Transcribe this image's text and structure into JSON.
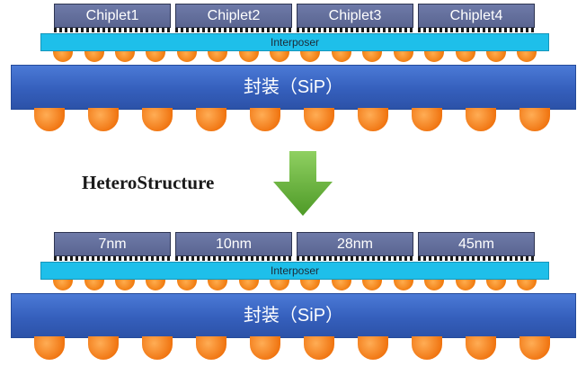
{
  "top_stack": {
    "chiplets": [
      "Chiplet1",
      "Chiplet2",
      "Chiplet3",
      "Chiplet4"
    ],
    "interposer_label": "Interposer",
    "package_label": "封装（SiP）"
  },
  "transition": {
    "caption": "HeteroStructure",
    "arrow_icon": "down-arrow-icon",
    "arrow_color": "#6ab43c"
  },
  "bottom_stack": {
    "chiplets": [
      "7nm",
      "10nm",
      "28nm",
      "45nm"
    ],
    "interposer_label": "Interposer",
    "package_label": "封装（SiP）"
  },
  "colors": {
    "chiplet": "#5f6a97",
    "interposer": "#1ebfea",
    "substrate": "#3a66c4",
    "solder_bump": "#f07c10"
  }
}
